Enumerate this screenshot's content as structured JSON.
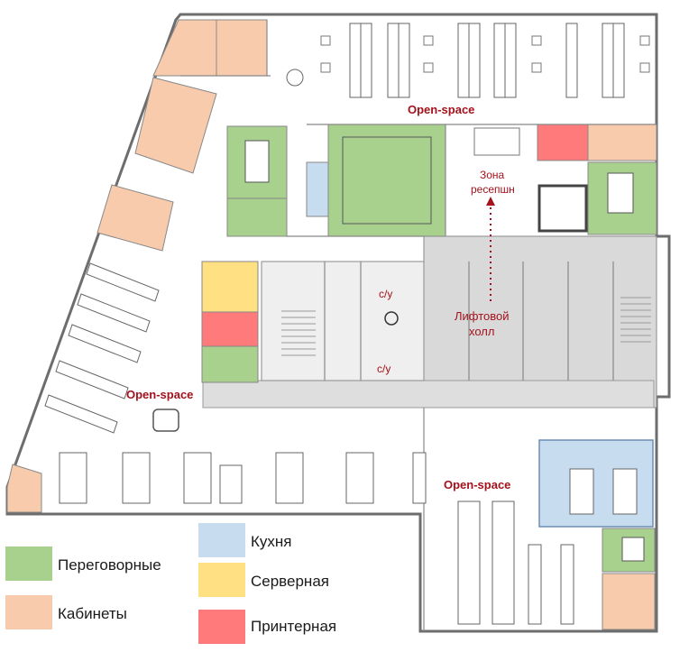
{
  "zones": {
    "open_space_top": "Open-space",
    "open_space_left": "Open-space",
    "open_space_right": "Open-space",
    "reception_line1": "Зона",
    "reception_line2": "ресепшн",
    "elevator_line1": "Лифтовой",
    "elevator_line2": "холл",
    "wc_top": "с/у",
    "wc_bottom": "с/у"
  },
  "legend": {
    "items": [
      {
        "label": "Переговорные",
        "color": "#a9d18e"
      },
      {
        "label": "Кабинеты",
        "color": "#f8cbad"
      },
      {
        "label": "Кухня",
        "color": "#c7ddef"
      },
      {
        "label": "Серверная",
        "color": "#ffe082"
      },
      {
        "label": "Принтерная",
        "color": "#ff7a7a"
      }
    ]
  },
  "colors": {
    "meeting": "#a9d18e",
    "office": "#f8cbad",
    "kitchen": "#c7ddef",
    "server": "#ffe082",
    "printer": "#ff7a7a",
    "core": "#d9d9d9",
    "wall": "#7a7a7a",
    "label_red": "#a3121c"
  }
}
